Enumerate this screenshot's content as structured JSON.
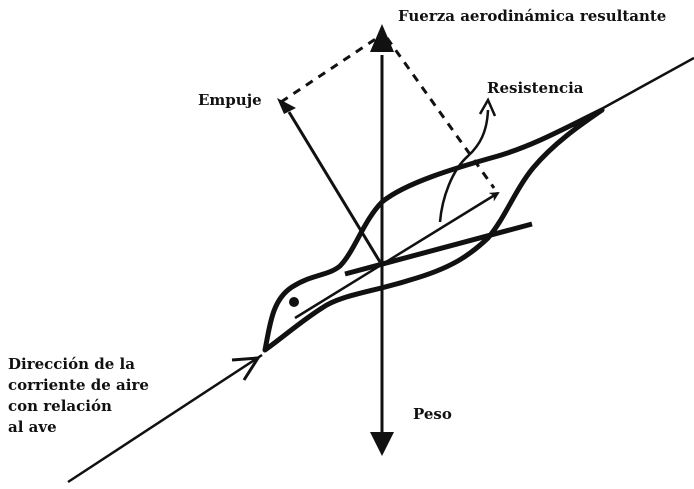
{
  "colors": {
    "ink": "#111111",
    "background": "#ffffff"
  },
  "labels": {
    "resultant": "Fuerza aerodinámica resultante",
    "thrust": "Empuje",
    "drag": "Resistencia",
    "weight": "Peso",
    "airflow": [
      "Dirección de la",
      "corriente de aire",
      "con relación",
      "al ave"
    ]
  }
}
